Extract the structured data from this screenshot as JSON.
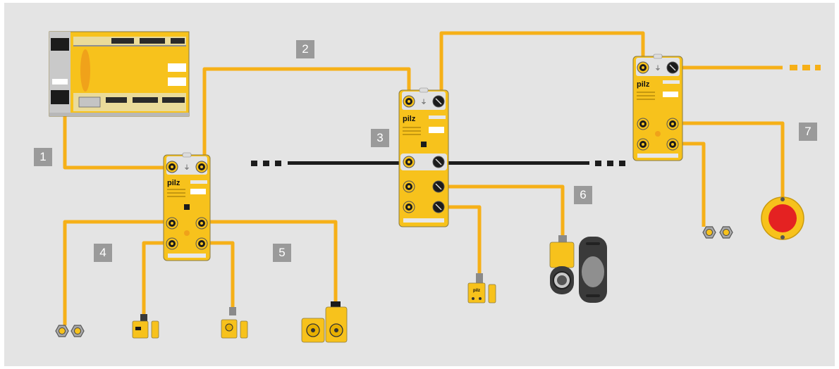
{
  "diagram": {
    "callouts": [
      "1",
      "2",
      "3",
      "4",
      "5",
      "6",
      "7"
    ],
    "brand": "pilz",
    "colors": {
      "background": "#e4e4e4",
      "cable": "#f6b018",
      "module_body": "#f7c21c",
      "module_header": "#e2e2e2",
      "bus_line": "#1c1c1c",
      "badge": "#9a9a9a",
      "estop": "#e42222"
    }
  }
}
